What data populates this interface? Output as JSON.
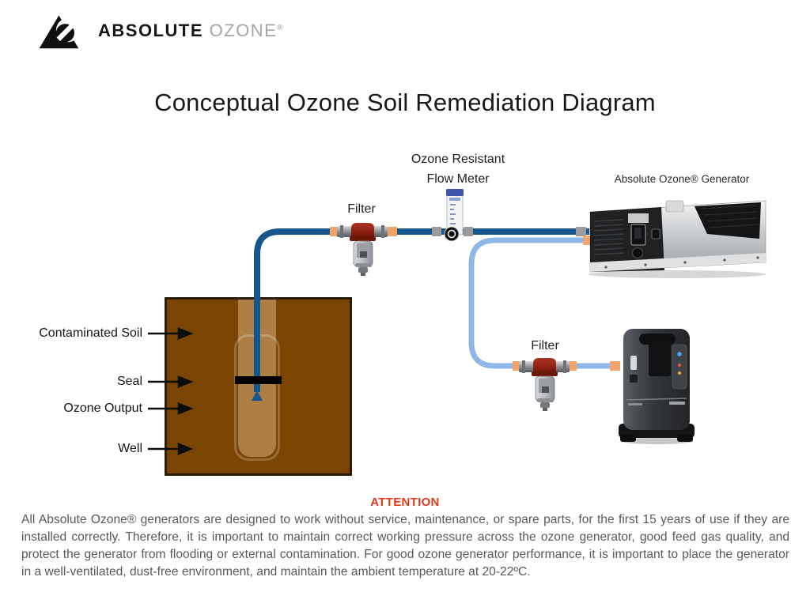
{
  "header": {
    "brand_primary": "ABSOLUTE",
    "brand_secondary": "OZONE",
    "registered_mark": "®"
  },
  "title": "Conceptual Ozone Soil Remediation Diagram",
  "components": {
    "flow_meter": {
      "label_line1": "Ozone Resistant",
      "label_line2": "Flow Meter"
    },
    "filter_top": {
      "label": "Filter"
    },
    "filter_bottom": {
      "label": "Filter"
    },
    "generator": {
      "label": "Absolute Ozone® Generator"
    }
  },
  "soil_callouts": [
    {
      "label": "Contaminated Soil"
    },
    {
      "label": "Seal"
    },
    {
      "label": "Ozone Output"
    },
    {
      "label": "Well"
    }
  ],
  "attention": {
    "heading": "ATTENTION",
    "body": "All Absolute Ozone® generators are designed to work without service, maintenance, or spare parts, for the first 15 years of use if they are installed correctly. Therefore, it is important to maintain correct working pressure across the ozone generator, good feed gas quality, and protect the generator from flooding or external contamination. For good ozone generator performance, it is important to place the generator in a well-ventilated, dust-free environment, and maintain the ambient temperature at 20-22ºC."
  },
  "colors": {
    "pipe_ozone": "#15568f",
    "pipe_oxygen": "#8fb7e8",
    "connector_orange": "#f0a469",
    "connector_gray": "#9b9b9b",
    "soil": "#7a4503",
    "well": "#ad7f44",
    "seal": "#000000",
    "filter_cap": "#8e2012",
    "attention": "#e2391b"
  }
}
